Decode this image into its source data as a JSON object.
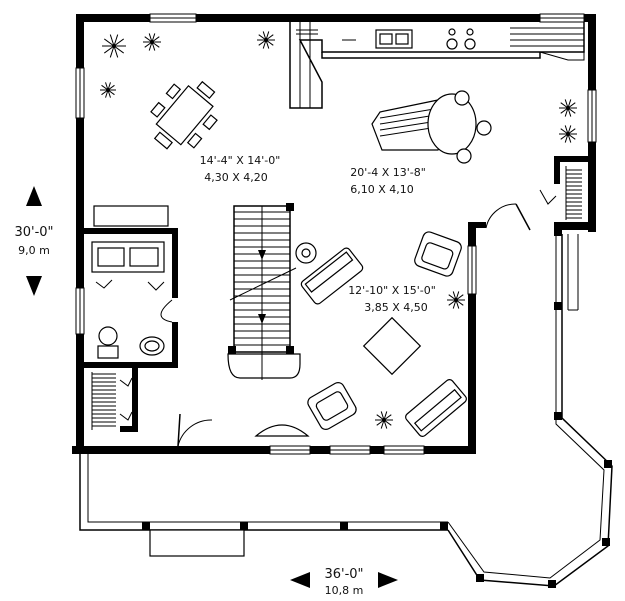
{
  "overall_depth": {
    "imperial": "30'-0\"",
    "metric": "9,0 m"
  },
  "overall_width": {
    "imperial": "36'-0\"",
    "metric": "10,8 m"
  },
  "rooms": [
    {
      "imperial": "14'-4\" X 14'-0\"",
      "metric": "4,30 X 4,20"
    },
    {
      "imperial": "20'-4  X 13'-8\"",
      "metric": "6,10 X 4,10"
    },
    {
      "imperial": "12'-10\" X 15'-0\"",
      "metric": "3,85 X 4,50"
    }
  ],
  "icons": {
    "arrows": "triangle-arrow-icon",
    "plants": "plant-icon",
    "stair": "staircase-icon"
  }
}
